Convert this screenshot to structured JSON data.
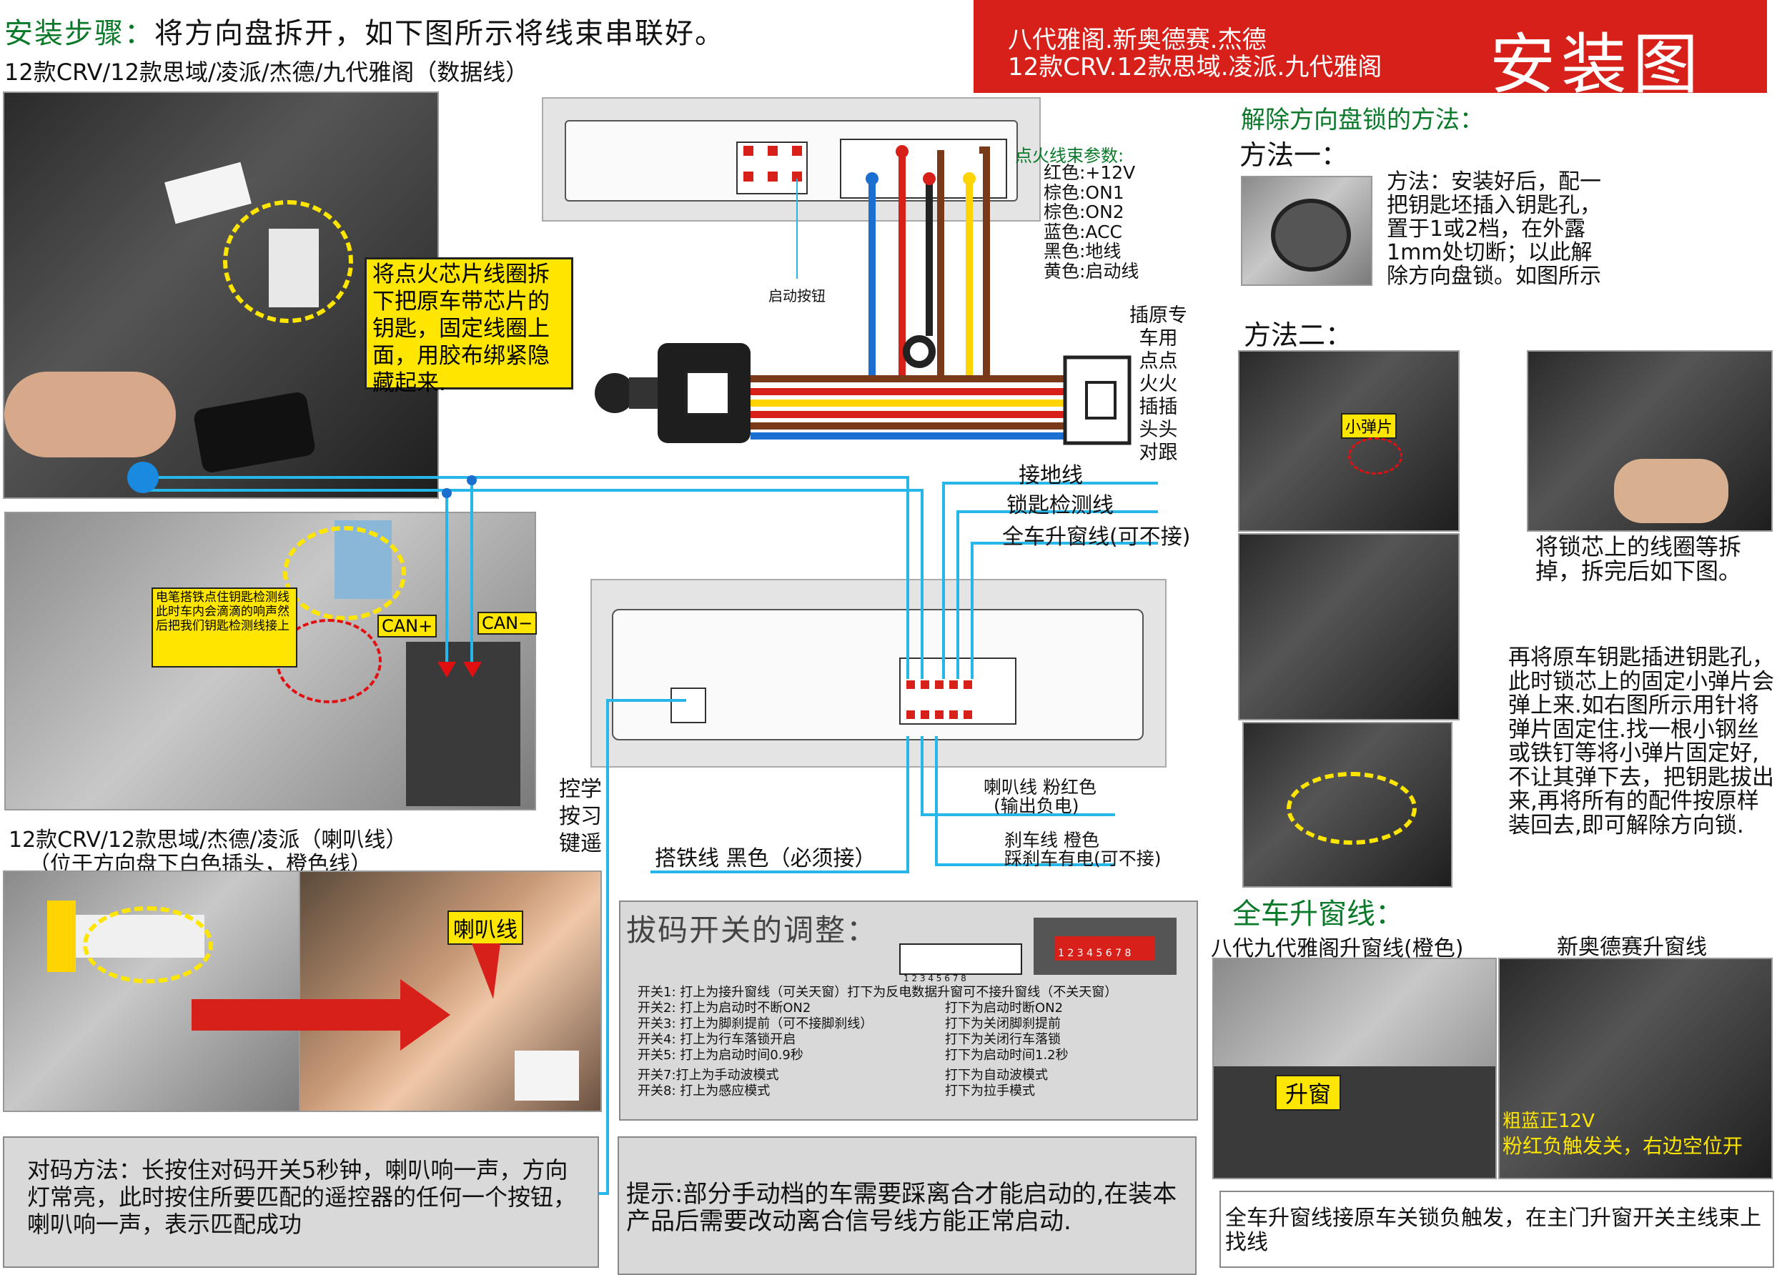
{
  "header": {
    "title_prefix": "安装步骤：",
    "title_text": "将方向盘拆开，如下图所示将线束串联好。",
    "subtitle": "12款CRV/12款思域/凌派/杰德/九代雅阁（数据线）"
  },
  "banner": {
    "line1": "八代雅阁.新奥德赛.杰德",
    "line2": "12款CRV.12款思域.凌派.九代雅阁",
    "big": "安装图",
    "bg_color": "#d8201a"
  },
  "top_photo_note": "将点火芯片线圈拆下把原车带芯片的钥匙，固定线圈上面，用胶布绑紧隐藏起来.",
  "ignition": {
    "title": "点火线束参数:",
    "params": [
      "红色:+12V",
      "棕色:ON1",
      "棕色:ON2",
      "蓝色:ACC",
      "黑色:地线",
      "黄色:启动线"
    ],
    "start_button": "启动按钮",
    "plug_text": [
      "插原专",
      "车用",
      "点点",
      "火火",
      "插插",
      "头头",
      "对跟"
    ]
  },
  "wires": {
    "ground": "接地线",
    "lock_detect": "锁匙检测线",
    "window": "全车升窗线(可不接)",
    "horn": "喇叭线 粉红色",
    "horn_sub": "(输出负电)",
    "brake": "刹车线 橙色",
    "brake_sub": "踩刹车有电(可不接)",
    "ground_black": "搭铁线 黑色（必须接）",
    "remote_learn": [
      "控学",
      "按习",
      "键遥"
    ]
  },
  "mid_left": {
    "note": "电笔搭铁点住钥匙检测线此时车内会滴滴的响声然后把我们钥匙检测线接上",
    "can_plus": "CAN+",
    "can_minus": "CAN−"
  },
  "horn_section": {
    "title1": "12款CRV/12款思域/杰德/凌派（喇叭线）",
    "title2": "（位于方向盘下白色插头，橙色线）",
    "tag": "喇叭线"
  },
  "dip": {
    "title": "拔码开关的调整：",
    "numbers": "1 2 3 4 5 6 7 8",
    "rows": [
      [
        "开关1: 打上为接升窗线（可关天窗）打下为反电数据升窗可不接升窗线（不关天窗）",
        ""
      ],
      [
        "开关2: 打上为启动时不断ON2",
        "打下为启动时断ON2"
      ],
      [
        "开关3: 打上为脚刹提前（可不接脚刹线）",
        "打下为关闭脚刹提前"
      ],
      [
        "开关4: 打上为行车落锁开启",
        "打下为关闭行车落锁"
      ],
      [
        "开关5: 打上为启动时间0.9秒",
        "打下为启动时间1.2秒"
      ],
      [
        "开关7:打上为手动波模式",
        "打下为自动波模式"
      ],
      [
        "开关8: 打上为感应模式",
        "打下为拉手模式"
      ]
    ]
  },
  "pairing": "对码方法：长按住对码开关5秒钟，喇叭响一声，方向灯常亮，此时按住所要匹配的遥控器的任何一个按钮，喇叭响一声，表示匹配成功",
  "tip": "提示:部分手动档的车需要踩离合才能启动的,在装本产品后需要改动离合信号线方能正常启动.",
  "right": {
    "unlock_title": "解除方向盘锁的方法：",
    "method1": "方法一：",
    "method1_text": "方法：安装好后，配一把钥匙坯插入钥匙孔，置于1或2档，在外露1mm处切断；以此解除方向盘锁。如图所示",
    "method2": "方法二：",
    "spring_tag": "小弹片",
    "remove_text": "将锁芯上的线圈等拆掉，拆完后如下图。",
    "long_text": "再将原车钥匙插进钥匙孔，此时锁芯上的固定小弹片会弹上来.如右图所示用针将弹片固定住.找一根小钢丝或铁钉等将小弹片固定好,不让其弹下去，把钥匙拔出来,再将所有的配件按原样装回去,即可解除方向锁.",
    "window_title": "全车升窗线：",
    "window_left": "八代九代雅阁升窗线(橙色)",
    "window_right": "新奥德赛升窗线",
    "window_tag": "升窗",
    "odyssey_note1": "粗蓝正12V",
    "odyssey_note2": "粉红负触发关，右边空位开",
    "bottom_note": "全车升窗线接原车关锁负触发，在主门升窗开关主线束上找线"
  }
}
